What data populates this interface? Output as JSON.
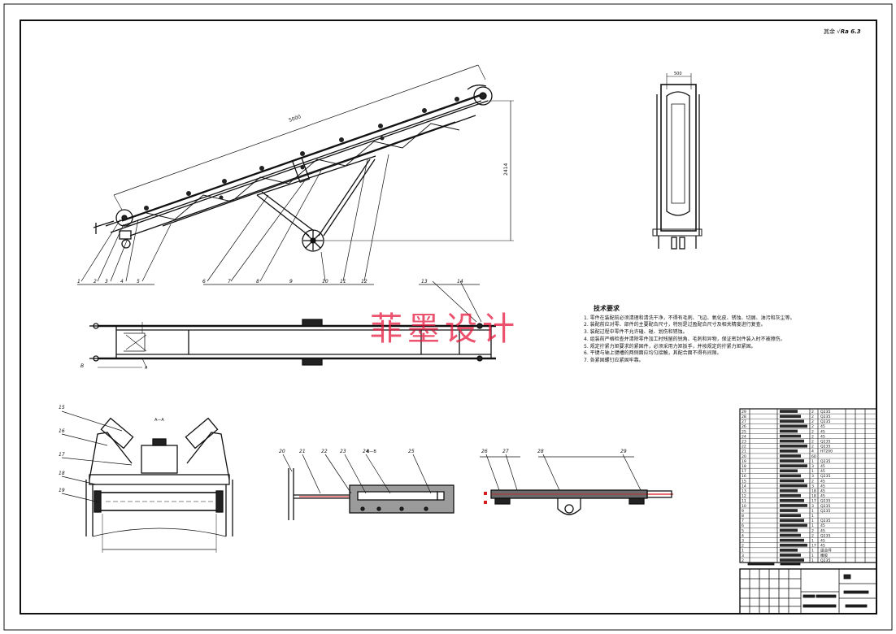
{
  "drawing": {
    "watermark": "菲墨设计",
    "roughness_prefix": "其余",
    "roughness_value": "Ra 6.3"
  },
  "technical_requirements": {
    "title": "技术要求",
    "items": [
      "1. 零件在装配前必须清理和清洗干净，不得有毛刺、飞边、氧化皮、锈蚀、切屑、油污和灰尘等。",
      "2. 装配前应对零、部件的主要配合尺寸，特别是过盈配合尺寸及相关精度进行复查。",
      "3. 装配过程中零件不允许磕、碰、划伤和锈蚀。",
      "4. 组装前严格检查并清除零件加工时残留的锐角、毛刺和异物，保证密封件装入时不被擦伤。",
      "5. 规定拧紧力矩要求的紧固件，必须采用力矩扳手，并按规定的拧紧力矩紧固。",
      "6. 平键与轴上键槽的两侧面应均匀接触，其配合面不得有间隙。",
      "7. 各紧固螺钉应紧固牢靠。"
    ]
  },
  "dimensions": {
    "belt_length": "5000",
    "height": "2414",
    "top_width": "500"
  },
  "views": {
    "section_a": "A—A",
    "section_b": "B—B",
    "marker_a": "A",
    "marker_b": "B"
  },
  "balloons": [
    "1",
    "2",
    "3",
    "4",
    "5",
    "6",
    "7",
    "8",
    "9",
    "10",
    "11",
    "12",
    "13",
    "14",
    "15",
    "16",
    "17",
    "18",
    "19",
    "20",
    "21",
    "22",
    "23",
    "24",
    "25",
    "26",
    "27",
    "28",
    "29"
  ],
  "bom": {
    "rows": [
      {
        "no": "29",
        "qty": "2",
        "mat": "Q235"
      },
      {
        "no": "28",
        "qty": "2",
        "mat": "Q235"
      },
      {
        "no": "27",
        "qty": "2",
        "mat": "Q235"
      },
      {
        "no": "26",
        "qty": "2",
        "mat": "45"
      },
      {
        "no": "25",
        "qty": "2",
        "mat": "45"
      },
      {
        "no": "24",
        "qty": "2",
        "mat": "45"
      },
      {
        "no": "23",
        "qty": "2",
        "mat": "Q235"
      },
      {
        "no": "22",
        "qty": "2",
        "mat": "Q235"
      },
      {
        "no": "21",
        "qty": "4",
        "mat": "HT200"
      },
      {
        "no": "20",
        "qty": "60",
        "mat": ""
      },
      {
        "no": "19",
        "qty": "1",
        "mat": "Q235"
      },
      {
        "no": "18",
        "qty": "3",
        "mat": "45"
      },
      {
        "no": "17",
        "qty": "1",
        "mat": "45"
      },
      {
        "no": "16",
        "qty": "3",
        "mat": "Q235"
      },
      {
        "no": "15",
        "qty": "2",
        "mat": "45"
      },
      {
        "no": "14",
        "qty": "3",
        "mat": "45"
      },
      {
        "no": "13",
        "qty": "18",
        "mat": "45"
      },
      {
        "no": "12",
        "qty": "18",
        "mat": "45"
      },
      {
        "no": "11",
        "qty": "17",
        "mat": "Q235"
      },
      {
        "no": "10",
        "qty": "3",
        "mat": "Q235"
      },
      {
        "no": "9",
        "qty": "1",
        "mat": "Q235"
      },
      {
        "no": "8",
        "qty": "1",
        "mat": ""
      },
      {
        "no": "7",
        "qty": "1",
        "mat": "Q235"
      },
      {
        "no": "6",
        "qty": "1",
        "mat": "45"
      },
      {
        "no": "5",
        "qty": "2",
        "mat": "45"
      },
      {
        "no": "4",
        "qty": "2",
        "mat": "Q235"
      },
      {
        "no": "3",
        "qty": "1",
        "mat": "45"
      },
      {
        "no": "2",
        "qty": "17",
        "mat": "45"
      },
      {
        "no": "1",
        "qty": "1",
        "mat": "组合件"
      },
      {
        "no": "3",
        "qty": "1",
        "mat": "橡胶"
      },
      {
        "no": "2",
        "qty": "1",
        "mat": "Q235"
      }
    ]
  },
  "colors": {
    "line": "#111111",
    "red_axis": "#d81b1b",
    "dark_fill": "#2a2a2a"
  }
}
